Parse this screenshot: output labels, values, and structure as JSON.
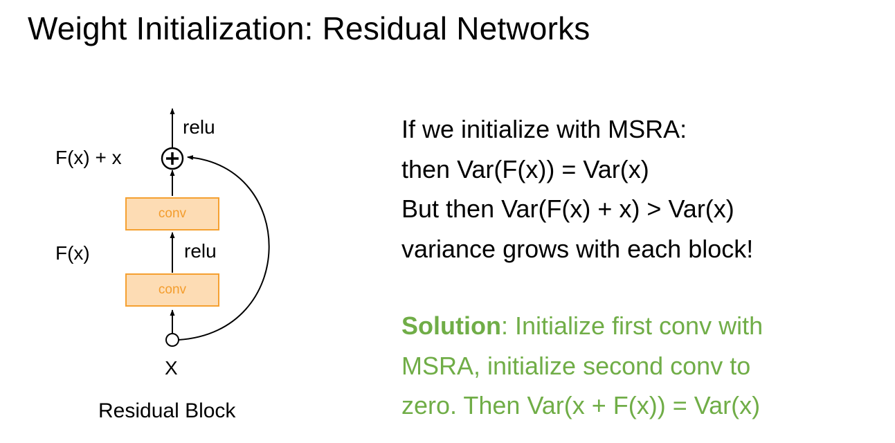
{
  "slide": {
    "title": "Weight Initialization: Residual Networks"
  },
  "diagram": {
    "caption": "Residual Block",
    "top_relu": "relu",
    "sum_label": "F(x) + x",
    "fx_label": "F(x)",
    "mid_relu": "relu",
    "conv_top": "conv",
    "conv_bottom": "conv",
    "input_label": "X",
    "plus_symbol": "+",
    "conv_border_color": "#f5a030",
    "conv_fill_color": "#fddcb4",
    "conv_text_color": "#f39c2c"
  },
  "text": {
    "lines": [
      "If we initialize with MSRA:",
      "then Var(F(x)) = Var(x)",
      "But then Var(F(x) + x) > Var(x)",
      "variance grows with each block!"
    ]
  },
  "solution": {
    "label": "Solution",
    "rest_line1": ": Initialize first conv with",
    "line2": "MSRA, initialize second conv to",
    "line3": "zero. Then Var(x + F(x)) = Var(x)",
    "color": "#70ad47"
  }
}
